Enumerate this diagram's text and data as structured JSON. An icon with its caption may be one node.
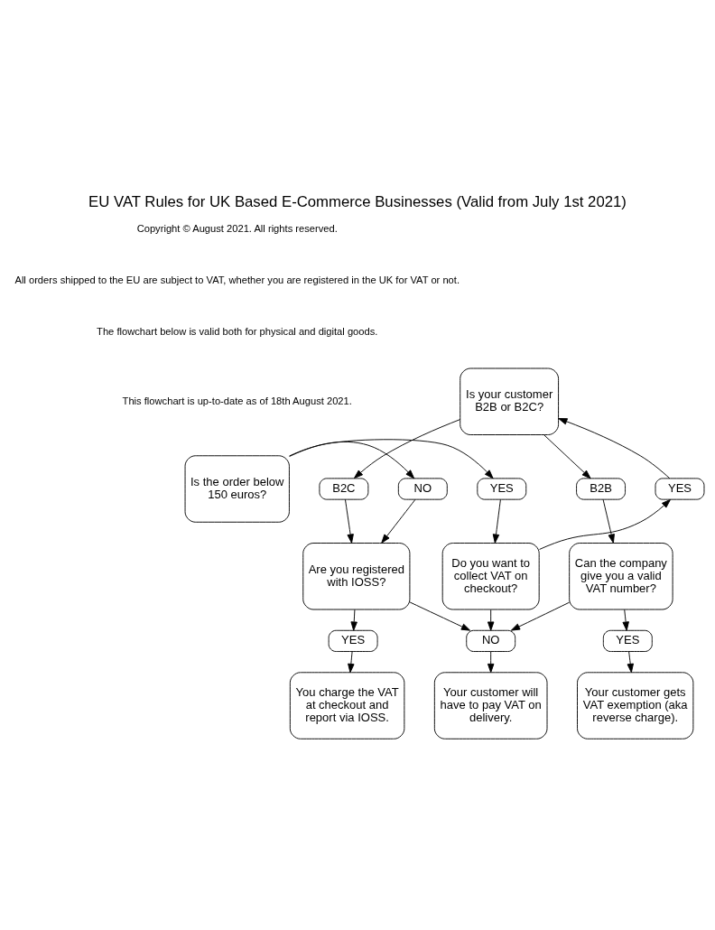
{
  "diagram": {
    "title": "EU VAT Rules for UK Based E-Commerce Businesses (Valid from July 1st 2021)",
    "nodes": [
      {
        "text": [
          "Is the order below 150 euros?"
        ]
      },
      {
        "text": [
          "NO"
        ]
      },
      {
        "text": [
          "YES"
        ]
      },
      {
        "text": [
          "Is your customer B2B or B2C?"
        ]
      },
      {
        "text": [
          "B2C"
        ]
      },
      {
        "text": [
          "B2B"
        ]
      },
      {
        "text": [
          "YES"
        ]
      },
      {
        "text": [
          "Are you registered with IOSS?"
        ]
      },
      {
        "text": [
          "Can the company give you a valid VAT number?"
        ]
      },
      {
        "text": [
          "Do you want to collect VAT on checkout?"
        ]
      },
      {
        "text": [
          "YES"
        ]
      },
      {
        "text": [
          "YES"
        ]
      },
      {
        "text": [
          "NO"
        ]
      },
      {
        "text": [
          "You charge the VAT at checkout and report via IOSS."
        ]
      },
      {
        "text": [
          "Your customer gets VAT exemption (aka reverse charge)."
        ]
      },
      {
        "text": [
          "Your customer will have to pay VAT on delivery."
        ]
      }
    ],
    "edges": [
      {
        "from": 0,
        "to": 1,
        "arrow": "to"
      },
      {
        "from": 0,
        "to": 2,
        "arrow": "to"
      },
      {
        "from": 1,
        "to": 7,
        "arrow": "to"
      },
      {
        "from": 2,
        "to": 9,
        "arrow": "to"
      },
      {
        "from": 9,
        "to": 6,
        "arrow": "to"
      },
      {
        "from": 6,
        "to": 3,
        "arrow": "to"
      },
      {
        "from": 3,
        "to": 4,
        "arrow": "to"
      },
      {
        "from": 3,
        "to": 5,
        "arrow": "to"
      },
      {
        "from": 4,
        "to": 7,
        "arrow": "to"
      },
      {
        "from": 5,
        "to": 8,
        "arrow": "to"
      },
      {
        "from": 7,
        "to": 10,
        "arrow": "to"
      },
      {
        "from": 7,
        "to": 12,
        "arrow": "to"
      },
      {
        "from": 8,
        "to": 11,
        "arrow": "to"
      },
      {
        "from": 8,
        "to": 12,
        "arrow": "to"
      },
      {
        "from": 9,
        "to": 12,
        "arrow": "to"
      },
      {
        "from": 10,
        "to": 13,
        "arrow": "to"
      },
      {
        "from": 11,
        "to": 14,
        "arrow": "to"
      },
      {
        "from": 12,
        "to": 15,
        "arrow": "to"
      }
    ],
    "labels": [
      "Copyright © August 2021. All rights reserved.",
      "All orders shipped to the EU are subject to VAT, whether you are registered in the UK for VAT or not.",
      "The flowchart below is valid both for physical and digital goods.",
      "This flowchart is up-to-date as of 18th August 2021."
    ]
  }
}
